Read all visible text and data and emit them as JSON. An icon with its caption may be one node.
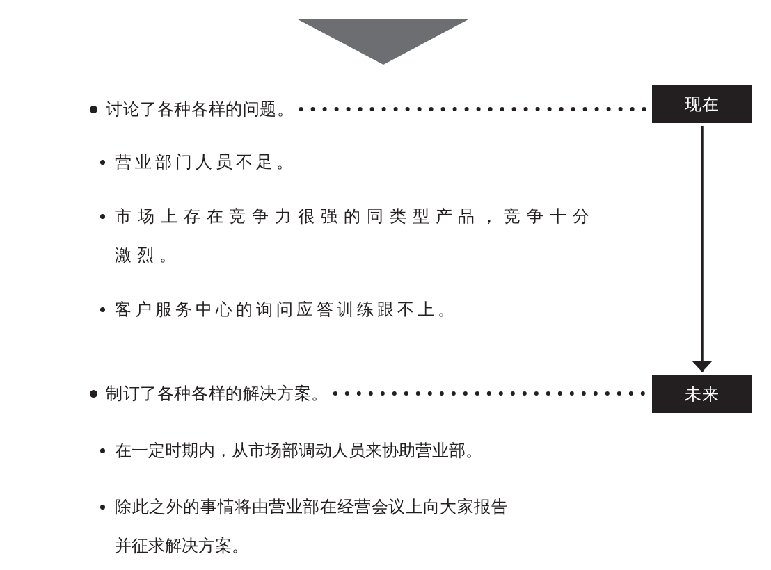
{
  "diagram": {
    "nodes": [
      {
        "text": [
          "讨论了各种各样的问题。"
        ]
      },
      {
        "text": [
          "现在"
        ]
      },
      {
        "text": [
          "制订了各种各样的解决方案。"
        ]
      },
      {
        "text": [
          "未来"
        ]
      }
    ],
    "edges": [
      {
        "from": 0,
        "to": 1,
        "arrow": "none",
        "style": "dashed"
      },
      {
        "from": 1,
        "to": 3,
        "arrow": "to"
      },
      {
        "from": 2,
        "to": 3,
        "arrow": "none",
        "style": "dashed"
      }
    ],
    "labels": [
      "营业部门人员不足。",
      "市场上存在竞争力很强的同类型产品，竞争十分激烈。",
      "客户服务中心的询问应答训练跟不上。",
      "在一定时期内，从市场部调动人员来协助营业部。",
      "除此之外的事情将由营业部在经营会议上向大家报告并征求解决方案。"
    ]
  }
}
